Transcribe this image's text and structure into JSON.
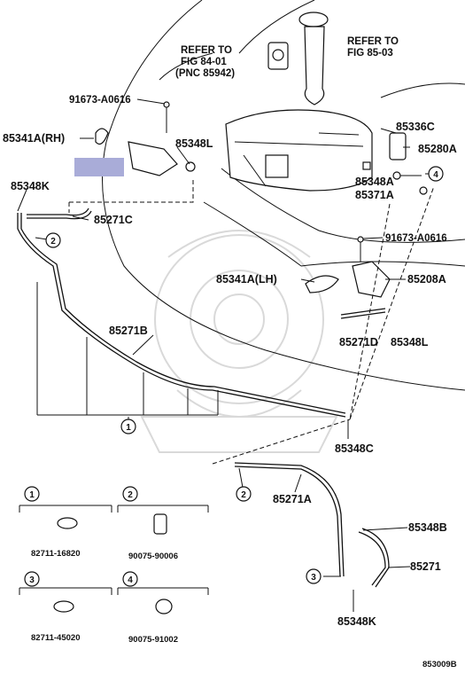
{
  "labels": {
    "refer_left_1": "REFER TO",
    "refer_left_2": "FIG 84-01",
    "refer_left_3": "(PNC 85942)",
    "refer_right_1": "REFER TO",
    "refer_right_2": "FIG 85-03",
    "p91673_top": "91673-A0616",
    "p85341A_RH": "85341A(RH)",
    "p85348L_top": "85348L",
    "p85348K_top": "85348K",
    "p85271C": "85271C",
    "p85336C": "85336C",
    "p85280A": "85280A",
    "p85348A": "85348A",
    "p85371A": "85371A",
    "p91673_mid": "91673-A0616",
    "p85341A_LH": "85341A(LH)",
    "p85208A": "85208A",
    "p85271D": "85271D",
    "p85348L_mid": "85348L",
    "p85271B": "85271B",
    "p85348C": "85348C",
    "p85271A": "85271A",
    "p85348B": "85348B",
    "p85271": "85271",
    "p85348K_bot": "85348K"
  },
  "callouts": {
    "c2_left": "2",
    "c4": "4",
    "c1_bottom": "1",
    "c2_bottom": "2",
    "c3": "3"
  },
  "legend": {
    "items": [
      {
        "num": "1",
        "part": "82711-16820"
      },
      {
        "num": "2",
        "part": "90075-90006"
      },
      {
        "num": "3",
        "part": "82711-45020"
      },
      {
        "num": "4",
        "part": "90075-91002"
      }
    ]
  },
  "figure_code": "853009B",
  "colors": {
    "highlight": "#a9acd8",
    "line": "#111111",
    "watermark": "#d9d9d9"
  }
}
